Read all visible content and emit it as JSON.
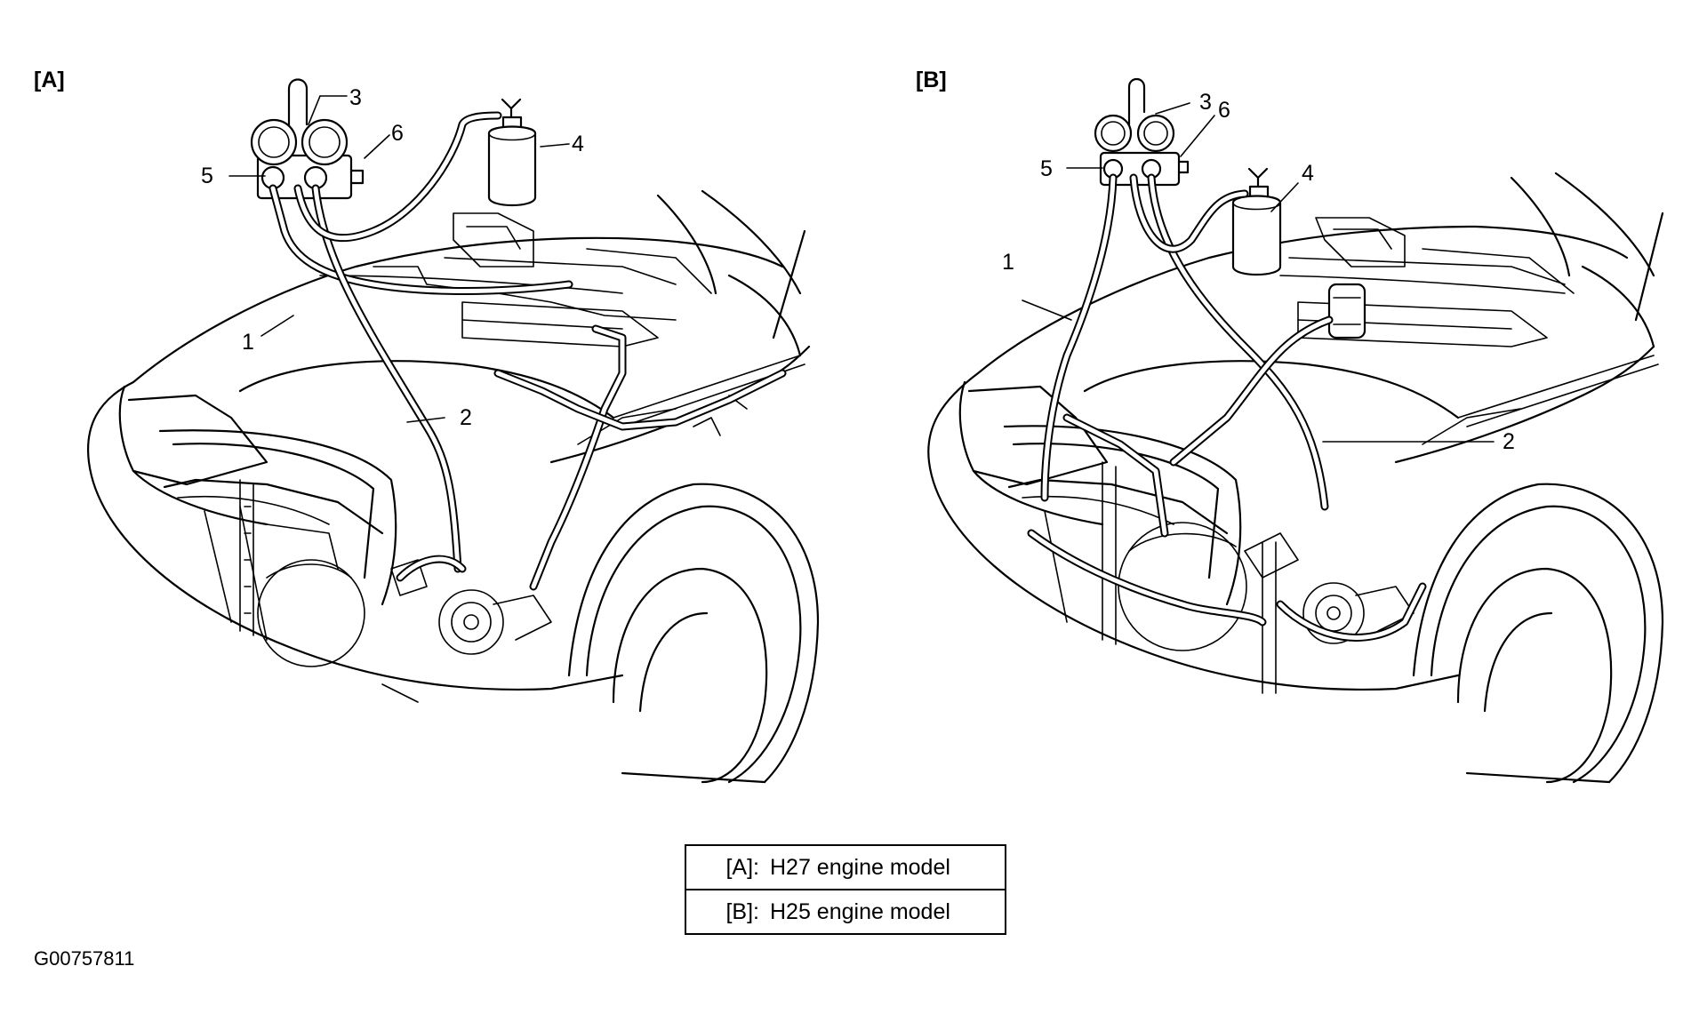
{
  "panels": [
    {
      "tag": "[A]"
    },
    {
      "tag": "[B]"
    }
  ],
  "callouts": {
    "a": [
      "1",
      "2",
      "3",
      "4",
      "5",
      "6"
    ],
    "b": [
      "1",
      "2",
      "3",
      "4",
      "5",
      "6"
    ]
  },
  "legend": [
    {
      "key": "[A]:",
      "value": "H27 engine model"
    },
    {
      "key": "[B]:",
      "value": "H25 engine model"
    }
  ],
  "figure_id": "G00757811"
}
